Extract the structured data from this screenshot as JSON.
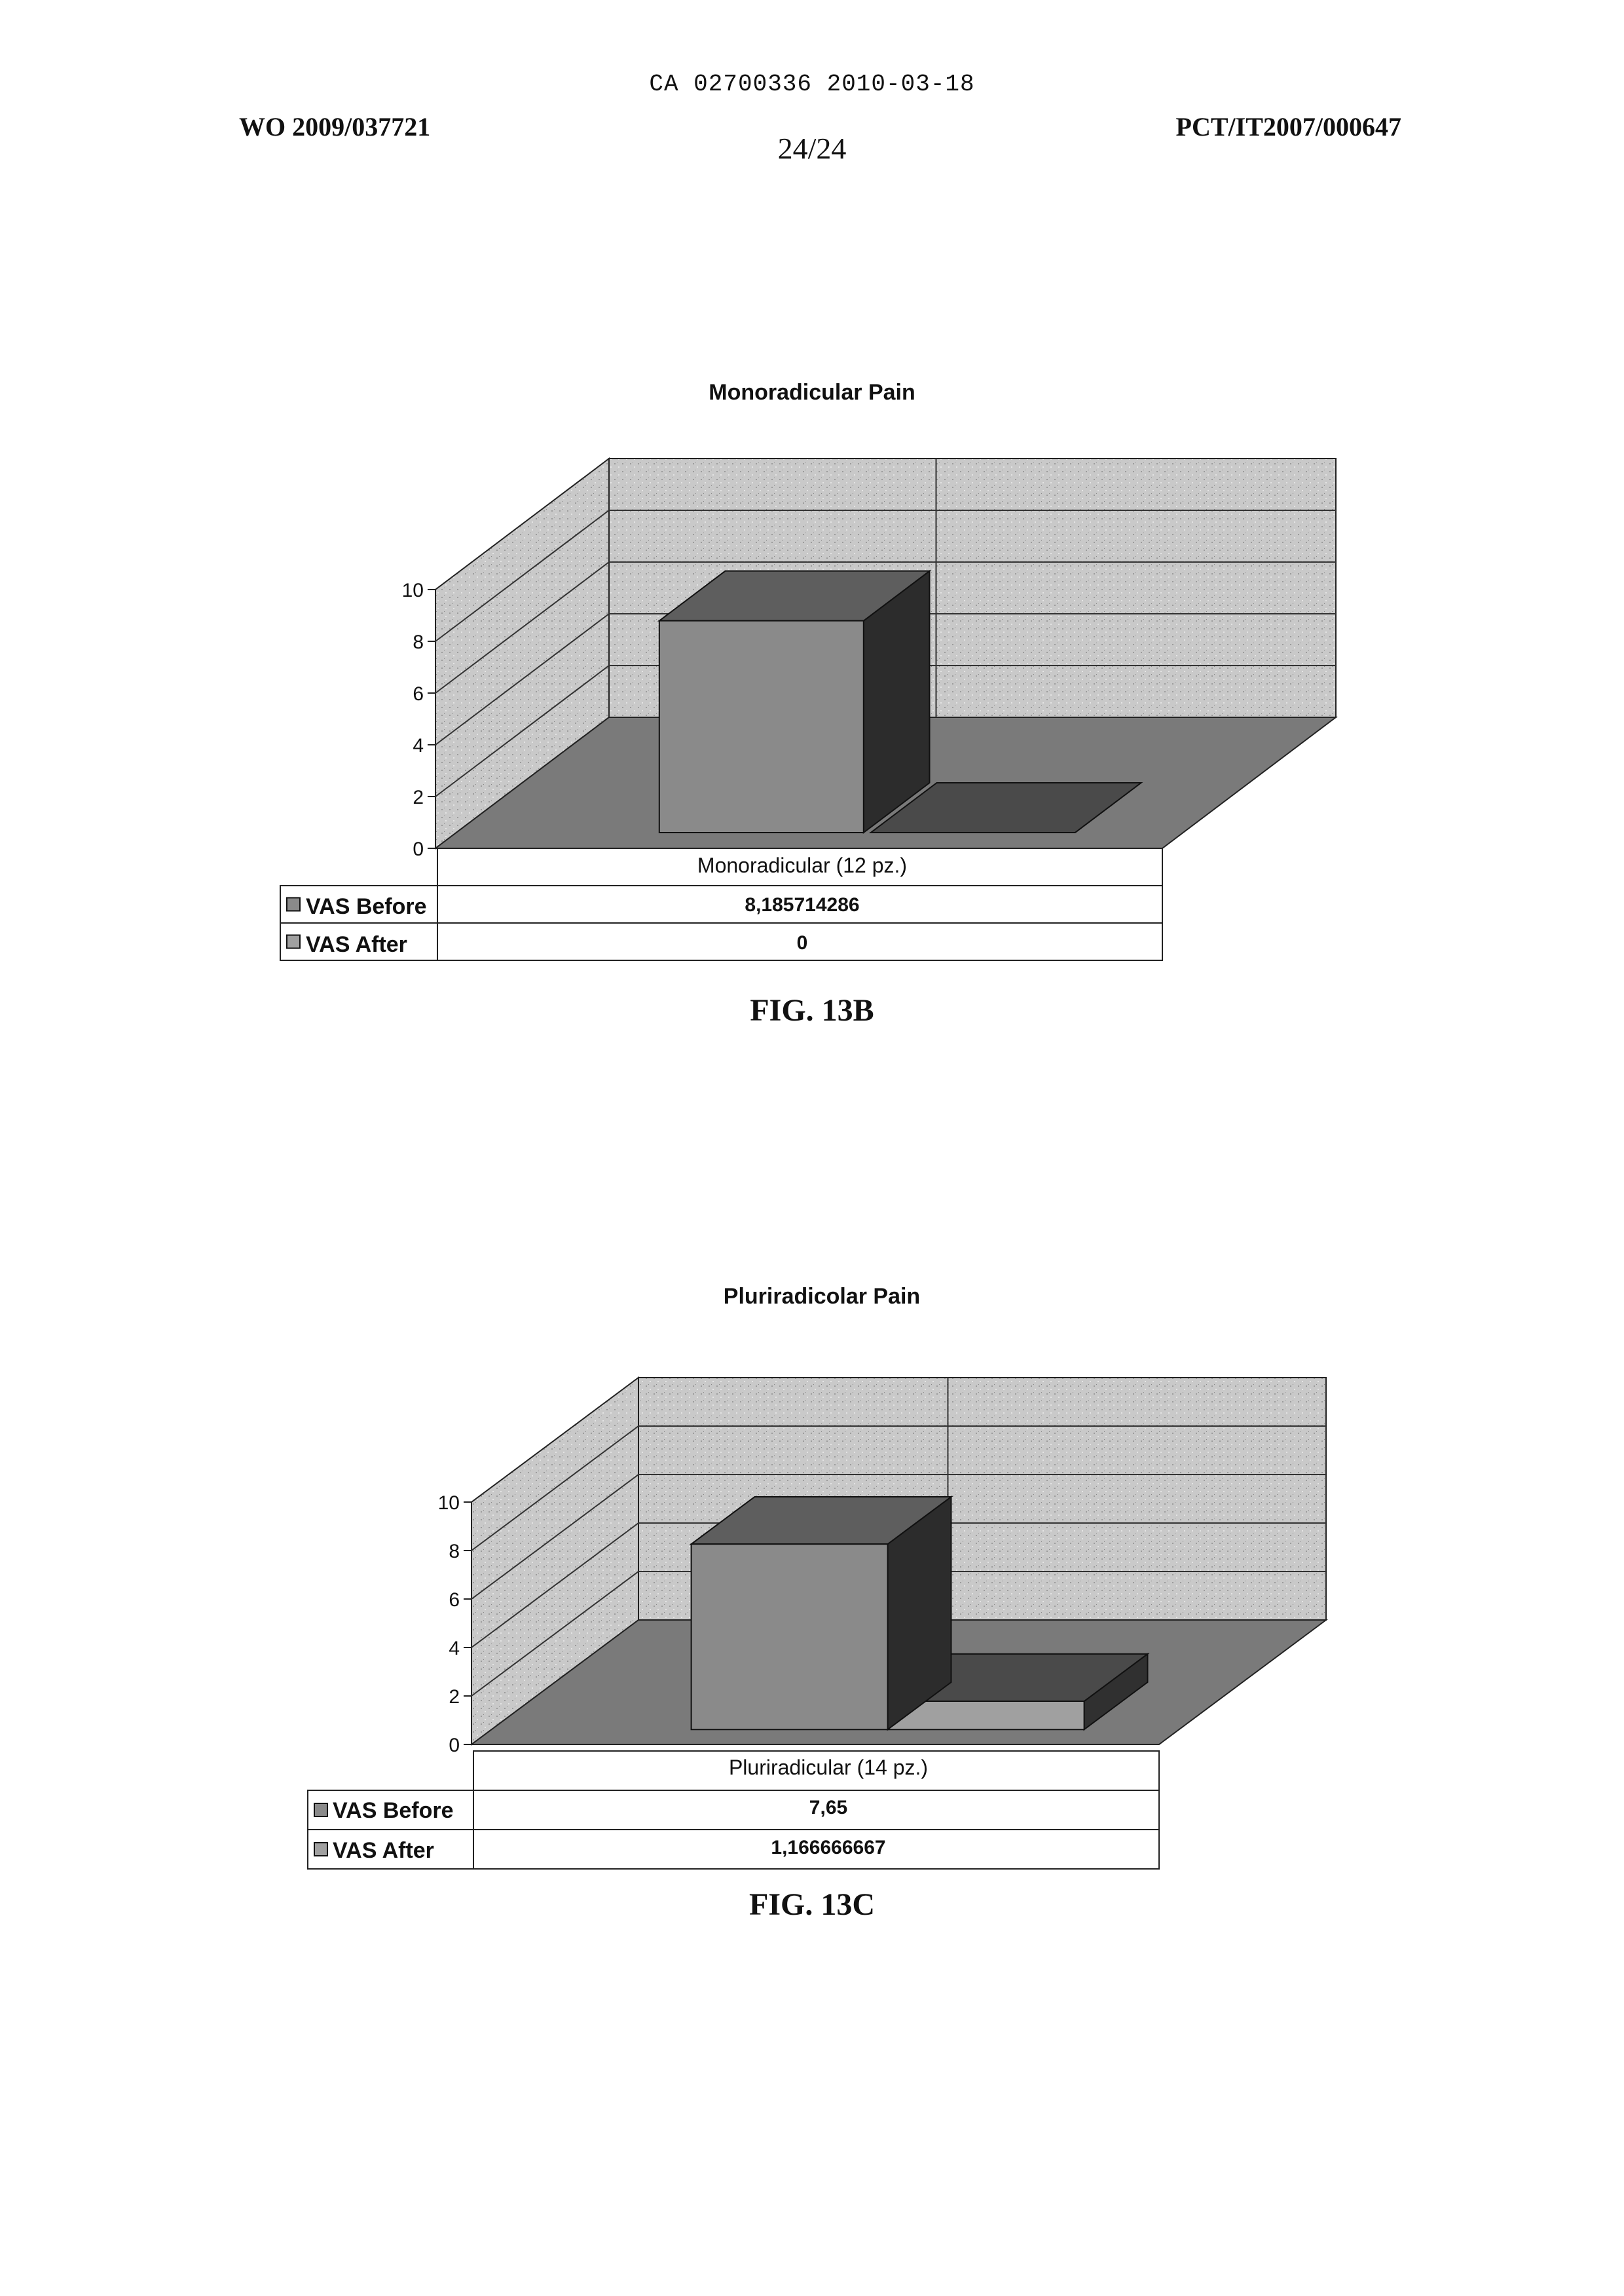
{
  "header": {
    "ca_number": "CA 02700336 2010-03-18",
    "wo_number": "WO 2009/037721",
    "pct_number": "PCT/IT2007/000647",
    "sheet": "24/24"
  },
  "figures": [
    {
      "caption": "FIG. 13B"
    },
    {
      "caption": "FIG. 13C"
    }
  ],
  "colors": {
    "wall": "#c4c4c4",
    "floor": "#7a7a7a",
    "bar_before_front": "#8a8a8a",
    "bar_before_top": "#5e5e5e",
    "bar_before_side": "#2c2c2c",
    "bar_after_front": "#a0a0a0",
    "bar_after_top": "#4a4a4a",
    "bar_after_side": "#303030"
  },
  "chart_data": [
    {
      "type": "bar",
      "title": "Monoradicular Pain",
      "categories": [
        "Monoradicular (12 pz.)"
      ],
      "series": [
        {
          "name": "VAS Before",
          "values": [
            8.185714286
          ],
          "label": "8,185714286"
        },
        {
          "name": "VAS After",
          "values": [
            0
          ],
          "label": "0"
        }
      ],
      "yticks": [
        "0",
        "2",
        "4",
        "6",
        "8",
        "10"
      ],
      "ylim": [
        0,
        10
      ],
      "grid": true,
      "legend": "data-table-left"
    },
    {
      "type": "bar",
      "title": "Pluriradicolar Pain",
      "categories": [
        "Pluriradicular (14 pz.)"
      ],
      "series": [
        {
          "name": "VAS Before",
          "values": [
            7.65
          ],
          "label": "7,65"
        },
        {
          "name": "VAS After",
          "values": [
            1.166666667
          ],
          "label": "1,166666667"
        }
      ],
      "yticks": [
        "0",
        "2",
        "4",
        "6",
        "8",
        "10"
      ],
      "ylim": [
        0,
        10
      ],
      "grid": true,
      "legend": "data-table-left"
    }
  ]
}
